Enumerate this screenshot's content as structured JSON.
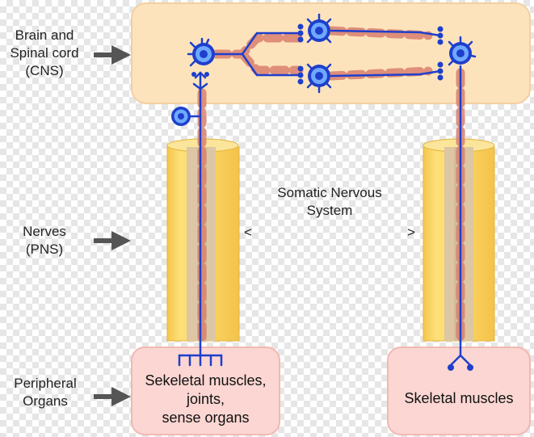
{
  "labels": {
    "cns": [
      "Brain and",
      "Spinal cord",
      "(CNS)"
    ],
    "pns": [
      "Nerves",
      "(PNS)"
    ],
    "organs": [
      "Peripheral",
      "Organs"
    ]
  },
  "center": {
    "title": [
      "Somatic Nervous",
      "System"
    ],
    "left_mark": "<",
    "right_mark": ">"
  },
  "boxes": {
    "left": [
      "Sekeletal muscles,",
      "joints,",
      "sense organs"
    ],
    "right": [
      "Skeletal muscles"
    ]
  },
  "colors": {
    "cns_fill": "#fde3bc",
    "organ_fill": "#fbd6d2",
    "nerve_fill": "#fbd766",
    "neuron": "#1e3fcc",
    "myelin": "#d9806e"
  }
}
